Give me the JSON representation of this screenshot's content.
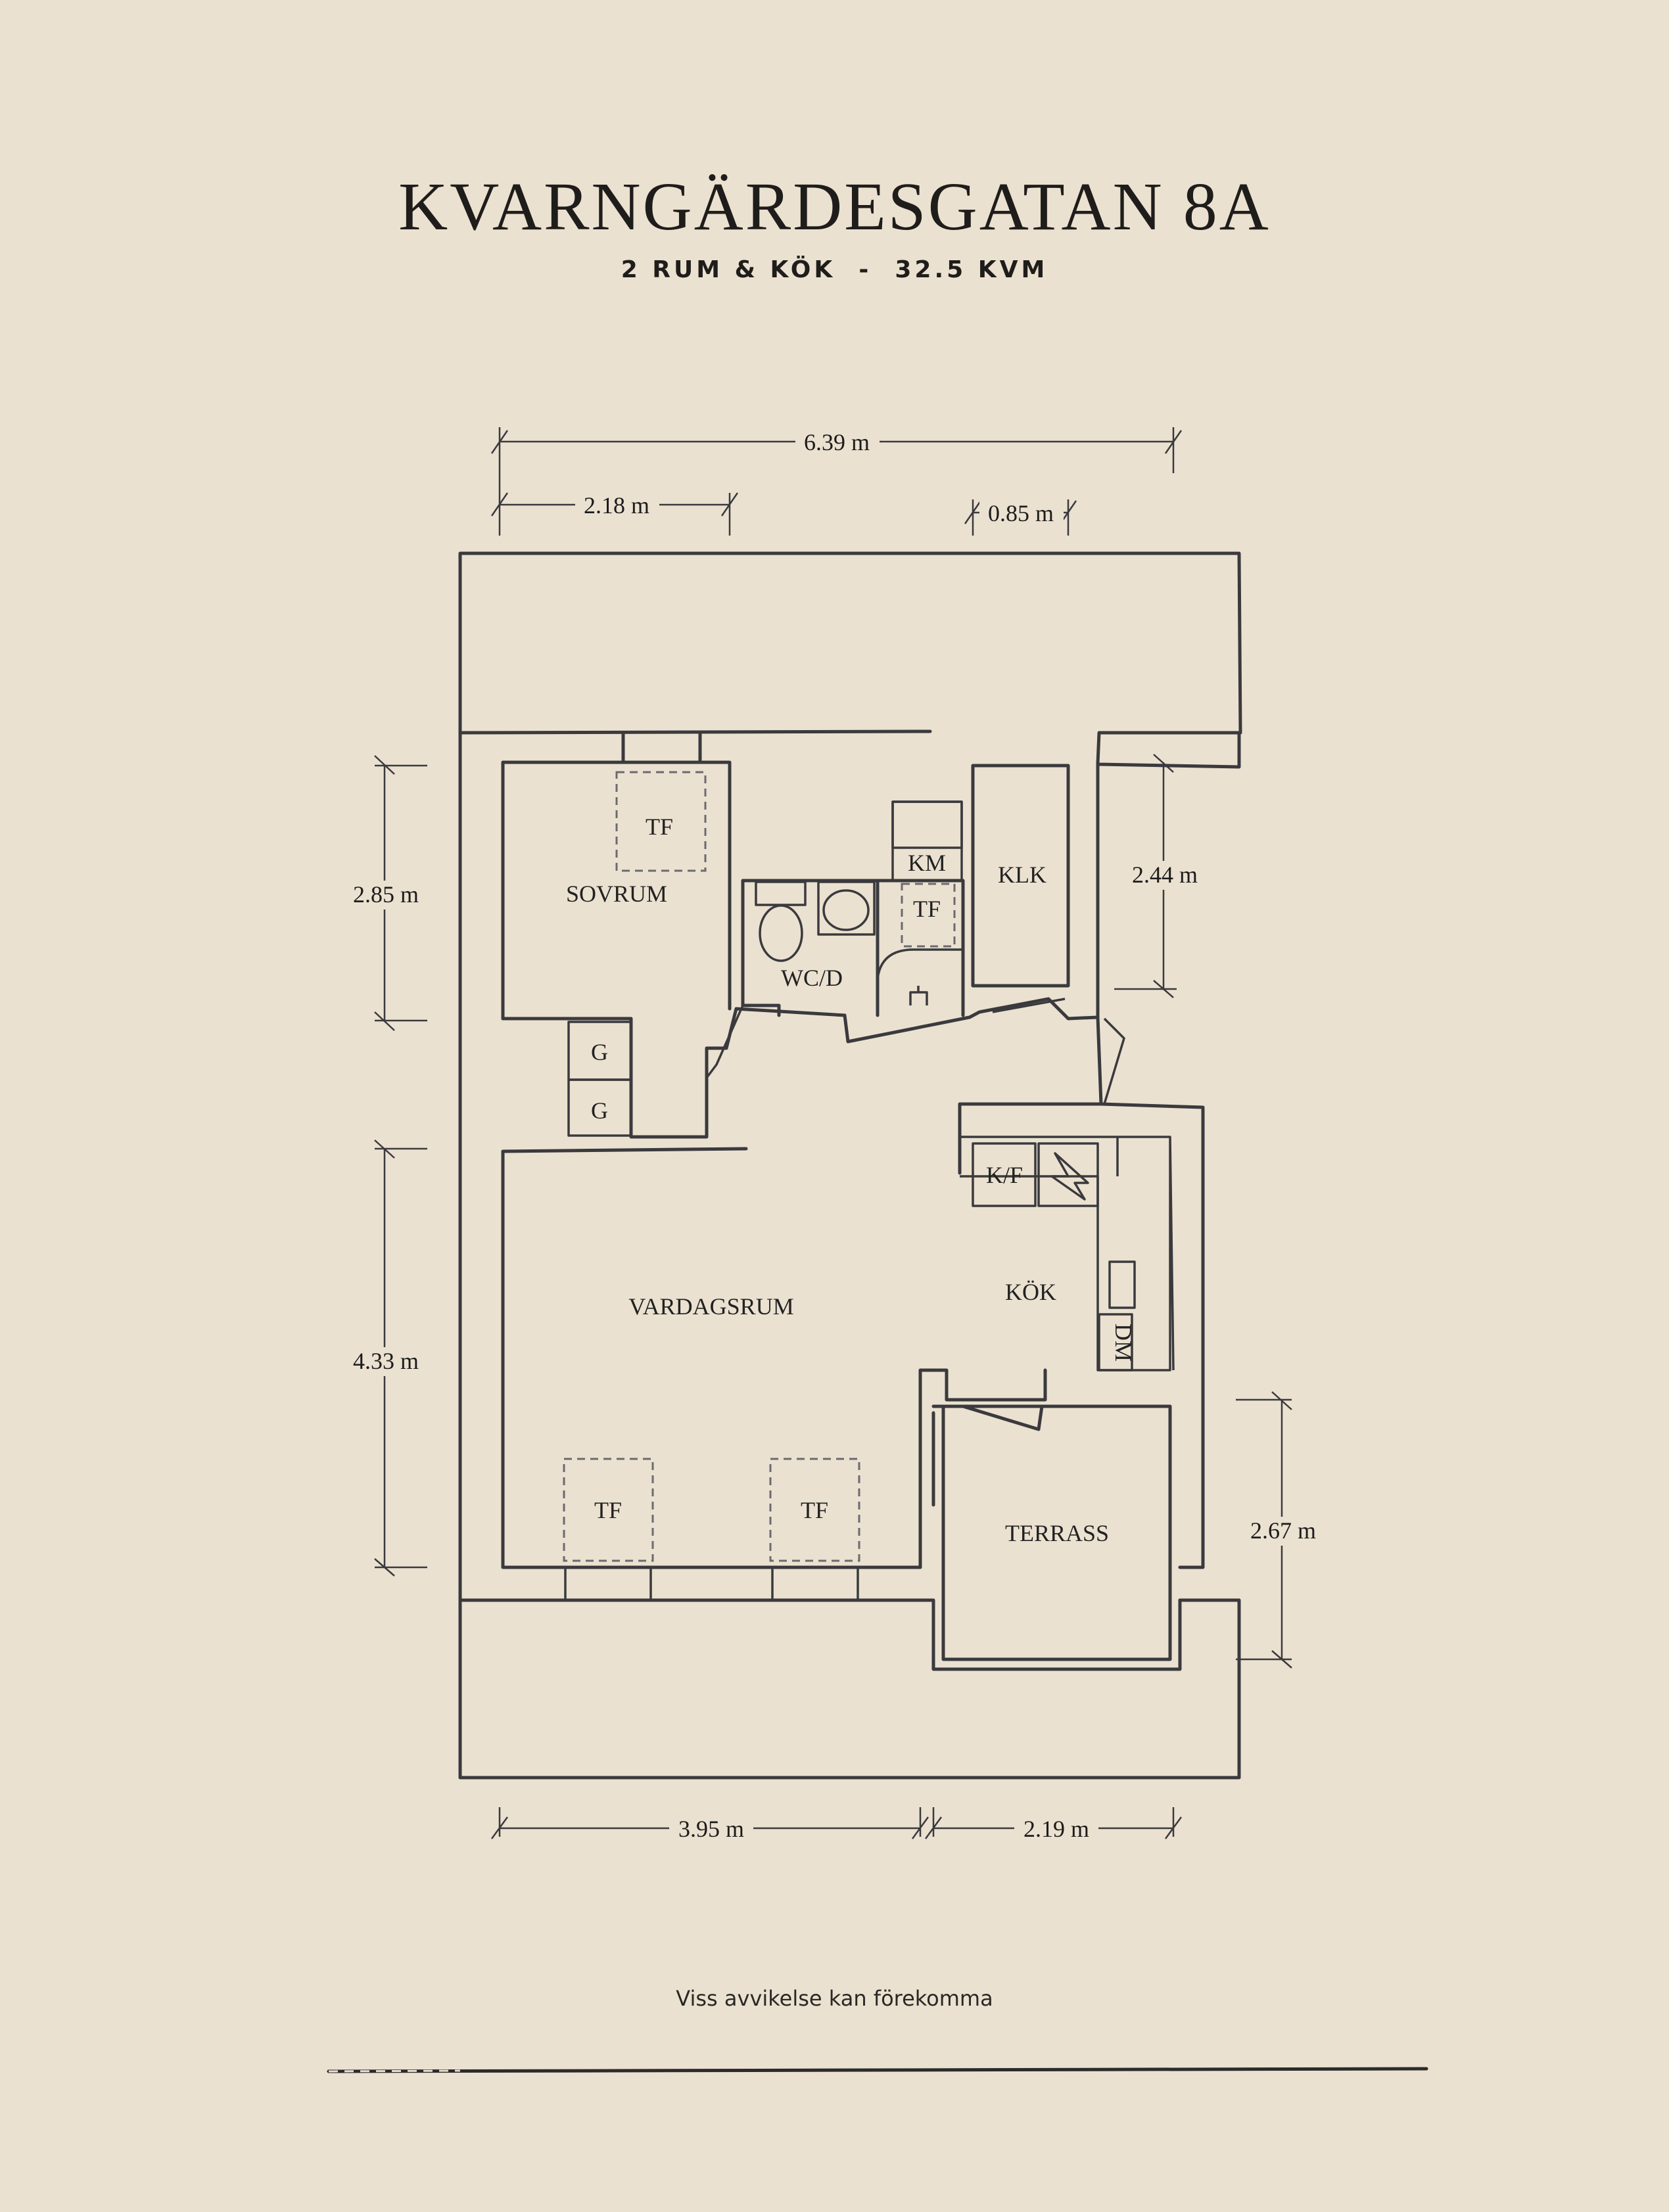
{
  "header": {
    "title": "KVARNGÄRDESGATAN 8A",
    "subtitle": "2 RUM & KÖK  -  32.5 KVM"
  },
  "rooms": {
    "sovrum": "SOVRUM",
    "wcd": "WC/D",
    "klk": "KLK",
    "km": "KM",
    "vardagsrum": "VARDAGSRUM",
    "kok": "KÖK",
    "terrass": "TERRASS",
    "kf": "K/F",
    "dm": "DM",
    "g": "G",
    "tf": "TF"
  },
  "dimensions": {
    "top_total": "6.39 m",
    "top_left": "2.18 m",
    "top_right": "0.85 m",
    "left_upper": "2.85 m",
    "left_lower": "4.33 m",
    "right_upper": "2.44 m",
    "right_lower": "2.67 m",
    "bottom_left": "3.95 m",
    "bottom_right": "2.19 m"
  },
  "footer": {
    "disclaimer": "Viss avvikelse kan förekomma"
  }
}
